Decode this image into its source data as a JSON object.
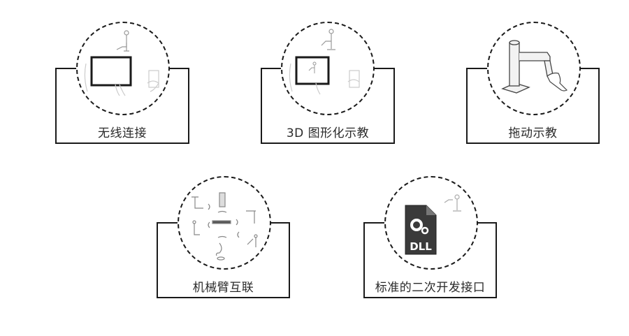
{
  "features": [
    {
      "id": "wireless",
      "label": "无线连接",
      "icon": "tablet-phone-wireless-icon"
    },
    {
      "id": "graphic-teach",
      "label": "3D 图形化示教",
      "icon": "tablet-3d-teach-icon"
    },
    {
      "id": "drag-teach",
      "label": "拖动示教",
      "icon": "robot-arm-hand-drag-icon"
    },
    {
      "id": "arm-interconnect",
      "label": "机械臂互联",
      "icon": "multi-robot-network-icon"
    },
    {
      "id": "sdk-interface",
      "label": "标准的二次开发接口",
      "icon": "dll-file-icon"
    }
  ],
  "dll_badge": "DLL",
  "colors": {
    "stroke": "#1a1a1a",
    "text": "#2a2a2a",
    "faint": "#b8b8b8"
  }
}
